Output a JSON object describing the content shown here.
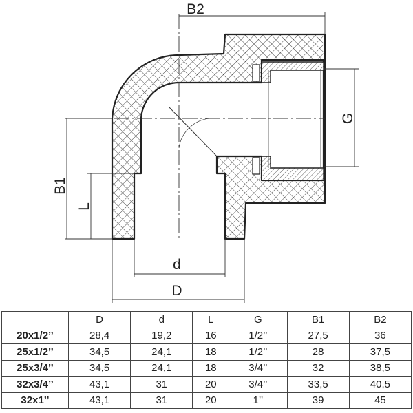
{
  "drawing": {
    "title": "Elbow 90° with female thread",
    "dimension_labels": {
      "B2": "B2",
      "G": "G",
      "B1": "B1",
      "L": "L",
      "d": "d",
      "D": "D"
    }
  },
  "table": {
    "columns": [
      "",
      "D",
      "d",
      "L",
      "G",
      "B1",
      "B2"
    ],
    "rows": [
      {
        "size": "20x1/2’’",
        "D": "28,4",
        "d": "19,2",
        "L": "16",
        "G": "1/2’’",
        "B1": "27,5",
        "B2": "36"
      },
      {
        "size": "25x1/2’’",
        "D": "34,5",
        "d": "24,1",
        "L": "18",
        "G": "1/2’’",
        "B1": "28",
        "B2": "37,5"
      },
      {
        "size": "25x3/4’’",
        "D": "34,5",
        "d": "24,1",
        "L": "18",
        "G": "3/4’’",
        "B1": "32",
        "B2": "38,5"
      },
      {
        "size": "32x3/4’’",
        "D": "43,1",
        "d": "31",
        "L": "20",
        "G": "3/4’’",
        "B1": "33,5",
        "B2": "40,5"
      },
      {
        "size": "32x1’’",
        "D": "43,1",
        "d": "31",
        "L": "20",
        "G": "1’’",
        "B1": "39",
        "B2": "45"
      }
    ]
  }
}
